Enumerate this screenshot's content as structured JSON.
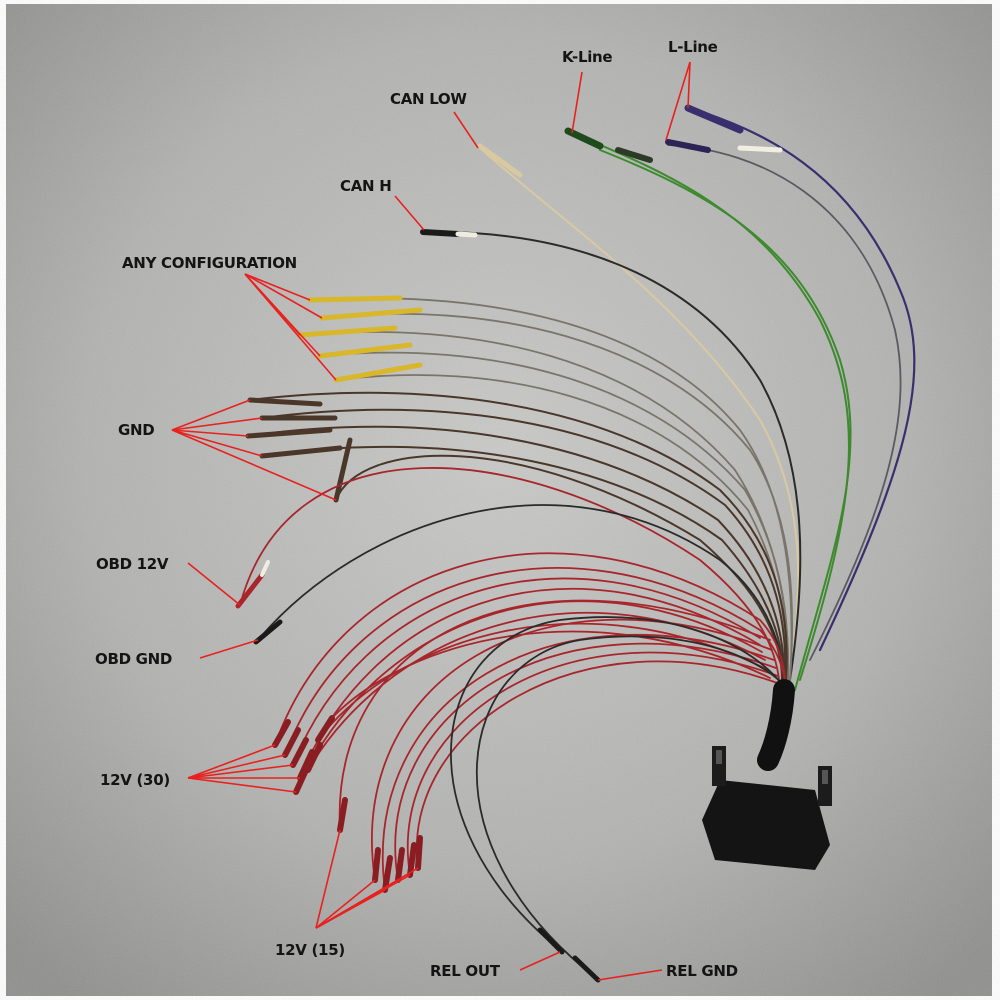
{
  "diagram": {
    "labels": {
      "k_line": "K-Line",
      "l_line": "L-Line",
      "can_low": "CAN LOW",
      "can_h": "CAN H",
      "any_configuration": "ANY CONFIGURATION",
      "gnd": "GND",
      "obd_12v": "OBD 12V",
      "obd_gnd": "OBD GND",
      "v12_30": "12V (30)",
      "v12_15": "12V (15)",
      "rel_out": "REL OUT",
      "rel_gnd": "REL GND"
    },
    "wire_colors": {
      "green": "#3e8a2e",
      "purple": "#3a2f6e",
      "beige": "#d8c9a0",
      "black": "#202020",
      "yellow": "#d8b72a",
      "brown": "#4a372a",
      "red": "#a8262b",
      "leader_line": "#e8211f"
    }
  }
}
